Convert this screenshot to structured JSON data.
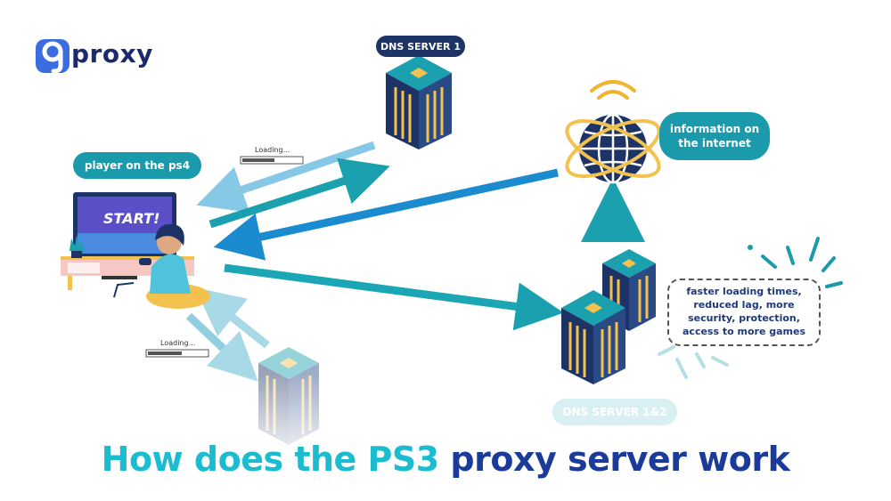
{
  "brand": {
    "name": "proxy",
    "logo_letter": "9"
  },
  "labels": {
    "dns_server_1": "DNS SERVER 1",
    "player": "player on the ps4",
    "internet": "information on the internet",
    "dns_server_12": "DNS SERVER 1&2",
    "benefits": "faster loading times, reduced lag, more security, protection, access to more games",
    "loading_1": "Loading...",
    "loading_2": "Loading...",
    "tv_screen": "START!"
  },
  "title": {
    "part1": "How does the PS3 ",
    "part2": "proxy server work"
  },
  "colors": {
    "navy": "#1d3366",
    "teal": "#1a9aab",
    "light_teal": "#b5dfe6",
    "arrow_blue": "#1b8bd0",
    "arrow_teal": "#1aa0ae",
    "arrow_light": "#7fc7e4",
    "title_cyan": "#1bbcd0",
    "title_navy": "#1a3b9a"
  }
}
